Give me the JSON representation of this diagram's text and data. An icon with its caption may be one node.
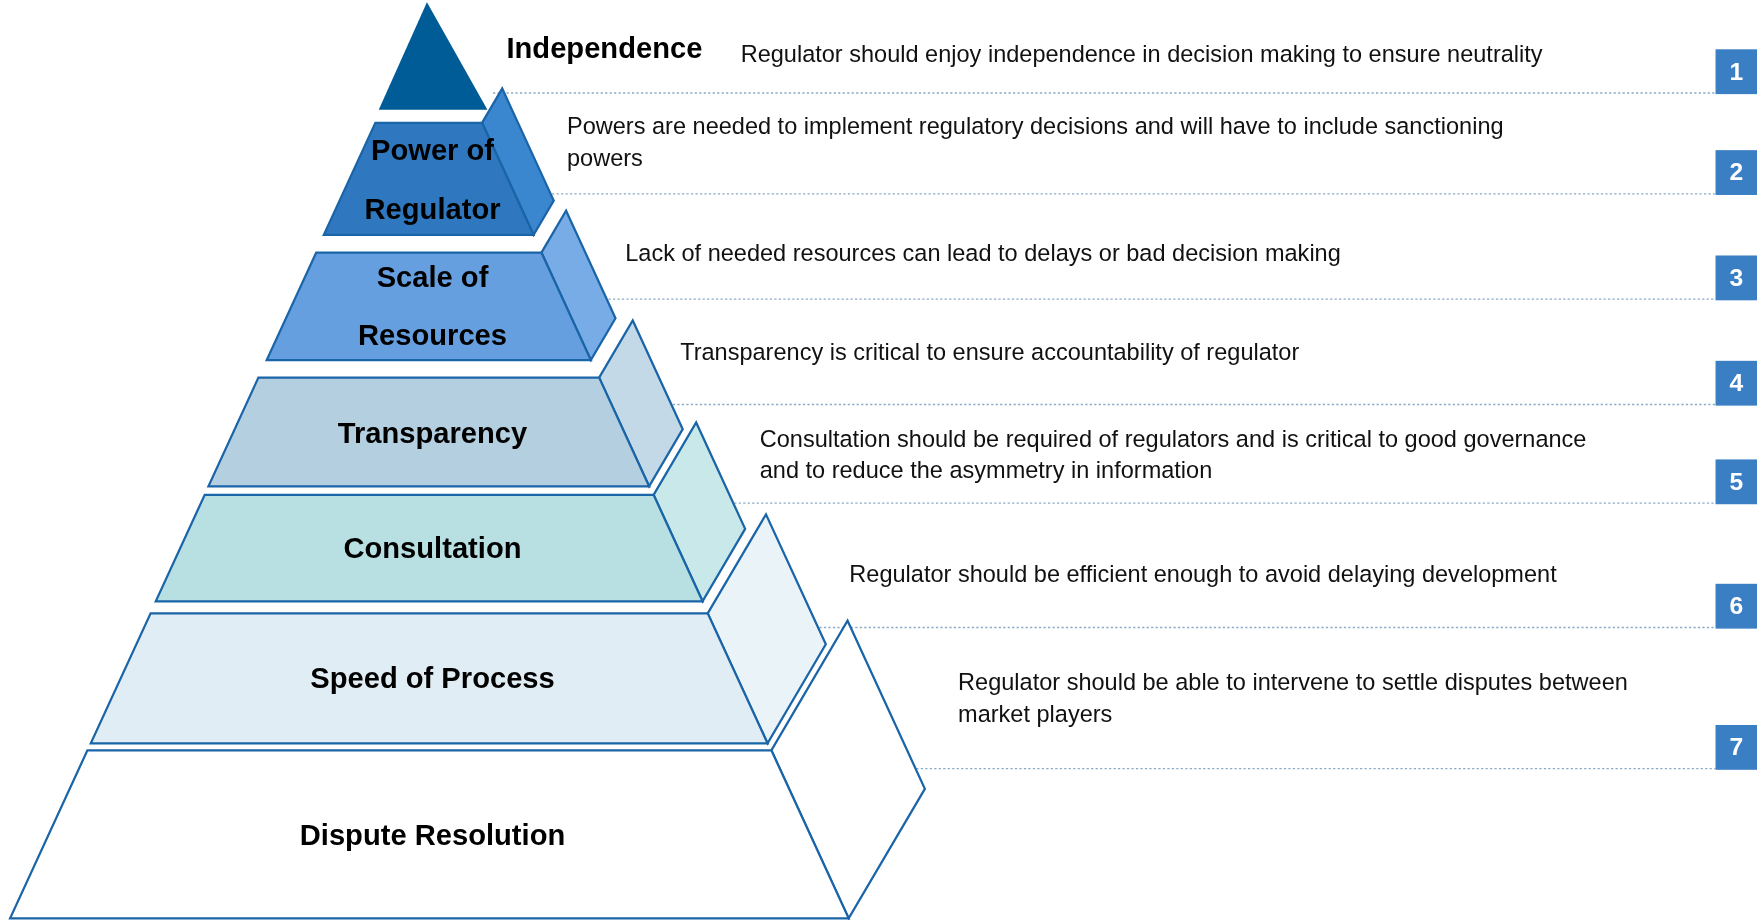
{
  "diagram": {
    "nodes": [
      {
        "text": [
          "Independence"
        ]
      },
      {
        "text": [
          "Power of Regulator"
        ],
        "beside": [
          "Powers are needed to implement regulatory decisions and will have to include sanctioning powers"
        ]
      },
      {
        "text": [
          "Scale of Resources"
        ],
        "beside": [
          "Lack of needed resources can lead to delays or bad decision making"
        ]
      },
      {
        "text": [
          "Transparency"
        ],
        "beside": [
          "Transparency is critical to ensure accountability of regulator"
        ]
      },
      {
        "text": [
          "Consultation"
        ],
        "beside": [
          "Consultation should be required of regulators and is critical to good governance and to reduce the asymmetry in information"
        ]
      },
      {
        "text": [
          "Speed of Process"
        ],
        "beside": [
          "Regulator should be efficient enough to avoid delaying development"
        ]
      },
      {
        "text": [
          "Dispute Resolution"
        ],
        "beside": [
          "Regulator should be able to intervene to settle disputes between market players"
        ]
      },
      {
        "text": [
          "1"
        ]
      },
      {
        "text": [
          "2"
        ]
      },
      {
        "text": [
          "3"
        ]
      },
      {
        "text": [
          "4"
        ]
      },
      {
        "text": [
          "5"
        ]
      },
      {
        "text": [
          "6"
        ]
      },
      {
        "text": [
          "7"
        ]
      }
    ],
    "edges": [
      {
        "from": 0,
        "to": 7,
        "arrow": "none",
        "style": "dashed"
      },
      {
        "from": 1,
        "to": 8,
        "arrow": "none",
        "style": "dashed"
      },
      {
        "from": 2,
        "to": 9,
        "arrow": "none",
        "style": "dashed"
      },
      {
        "from": 3,
        "to": 10,
        "arrow": "none",
        "style": "dashed"
      },
      {
        "from": 4,
        "to": 11,
        "arrow": "none",
        "style": "dashed"
      },
      {
        "from": 5,
        "to": 12,
        "arrow": "none",
        "style": "dashed"
      },
      {
        "from": 6,
        "to": 13,
        "arrow": "none",
        "style": "dashed"
      }
    ],
    "labels": [
      "Regulator should enjoy independence in decision making to ensure neutrality"
    ]
  }
}
